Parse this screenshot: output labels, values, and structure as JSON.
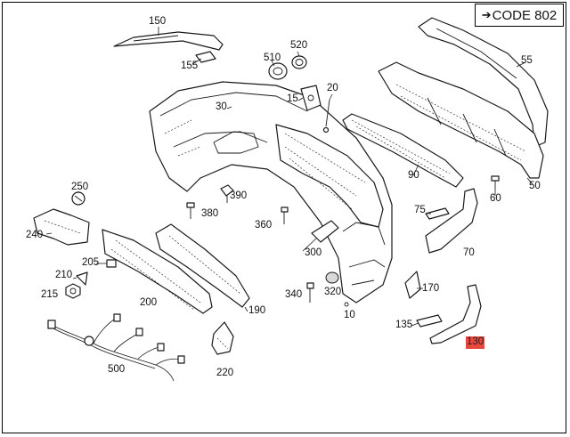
{
  "header": {
    "code_label": "CODE 802",
    "code_icon": "arrow-right-icon"
  },
  "highlight_color": "#e8473e",
  "labels": {
    "p10": "10",
    "p15": "15",
    "p20": "20",
    "p30": "30",
    "p50": "50",
    "p55": "55",
    "p60": "60",
    "p70": "70",
    "p75": "75",
    "p90": "90",
    "p130": "130",
    "p135": "135",
    "p150": "150",
    "p155": "155",
    "p170": "170",
    "p190": "190",
    "p200": "200",
    "p205": "205",
    "p210": "210",
    "p215": "215",
    "p220": "220",
    "p240": "240",
    "p250": "250",
    "p300": "300",
    "p320": "320",
    "p340": "340",
    "p360": "360",
    "p380": "380",
    "p390": "390",
    "p500": "500",
    "p510": "510",
    "p520": "520"
  }
}
